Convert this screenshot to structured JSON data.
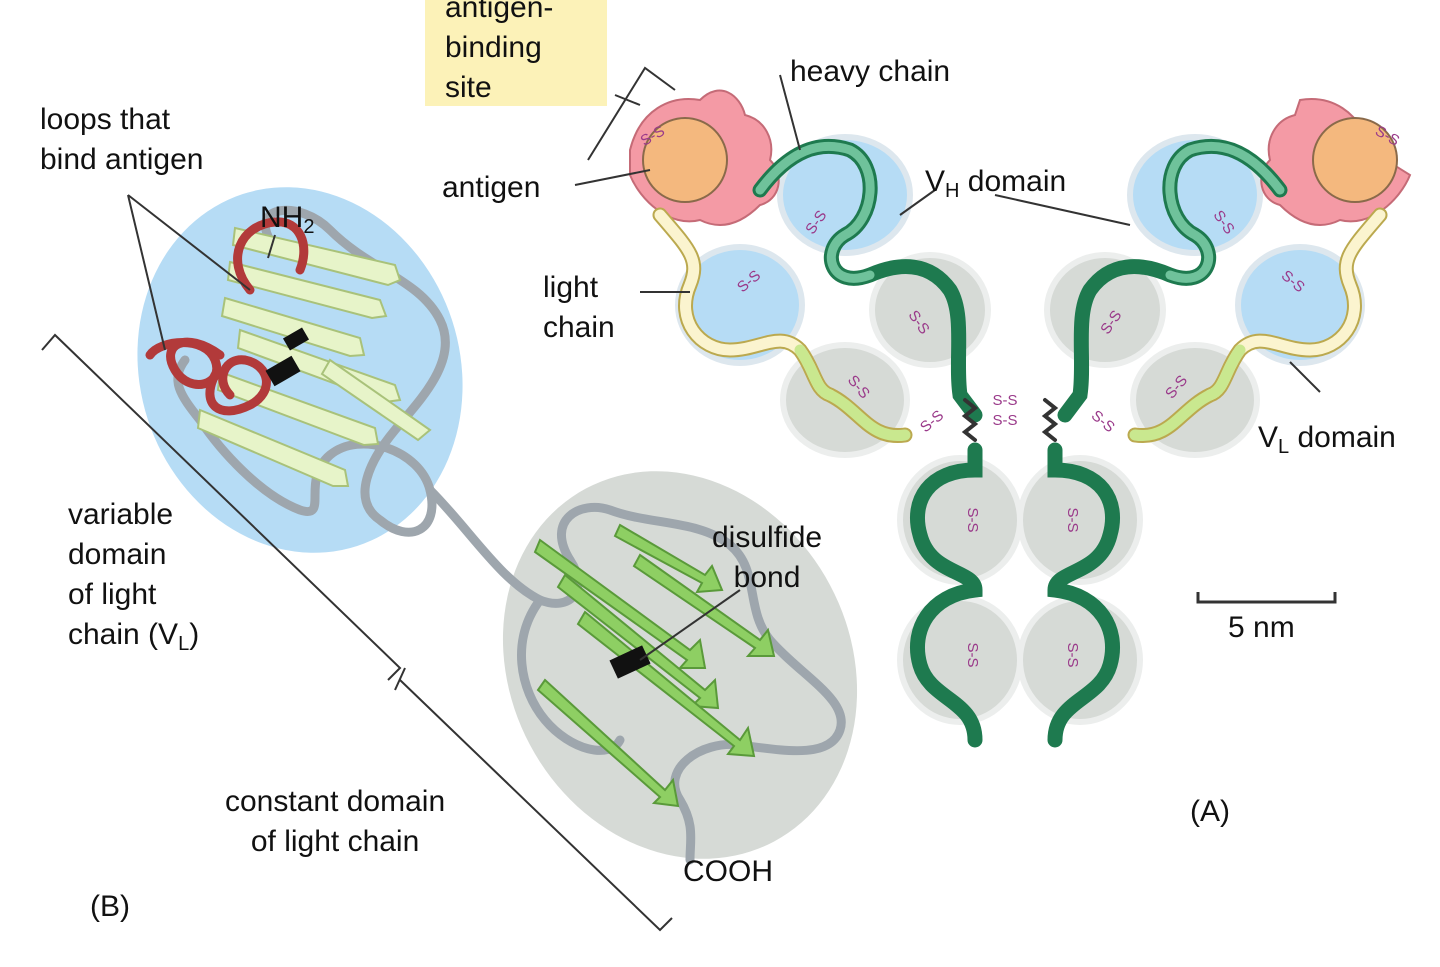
{
  "labels": {
    "antigen_binding_site": "antigen-\nbinding\nsite",
    "heavy_chain": "heavy chain",
    "loops_bind_antigen": "loops that\nbind antigen",
    "nh2": "NH",
    "nh2_sub": "2",
    "antigen": "antigen",
    "vh_domain_v": "V",
    "vh_domain_sub": "H",
    "vh_domain_word": " domain",
    "light_chain": "light\nchain",
    "vl_domain_v": "V",
    "vl_domain_sub": "L",
    "vl_domain_word": " domain",
    "variable_domain": "variable\ndomain\nof light\nchain (V",
    "variable_domain_sub": "L",
    "variable_domain_close": ")",
    "disulfide_bond": "disulfide\nbond",
    "scale_bar": "5 nm",
    "constant_domain": "constant domain\nof light chain",
    "cooh": "COOH",
    "panel_a": "(A)",
    "panel_b": "(B)",
    "ss_mark": "S-S"
  },
  "colors": {
    "heavy_dark": "#1e7a4f",
    "heavy_light": "#6fc29b",
    "light_chain": "#fbf4cf",
    "light_chain_green": "#c9e88f",
    "variable_bg": "#b6dcf5",
    "constant_bg": "#d6dad6",
    "antigen": "#f4b87e",
    "binding_hand": "#f49aa5",
    "disulfide": "#9a3a8a",
    "loop_red": "#b23a3a",
    "strand_green": "#8ecf63",
    "strand_pale": "#e7f4c9",
    "coil_grey": "#9ea6ad",
    "label_bg": "#fcf2b8"
  }
}
